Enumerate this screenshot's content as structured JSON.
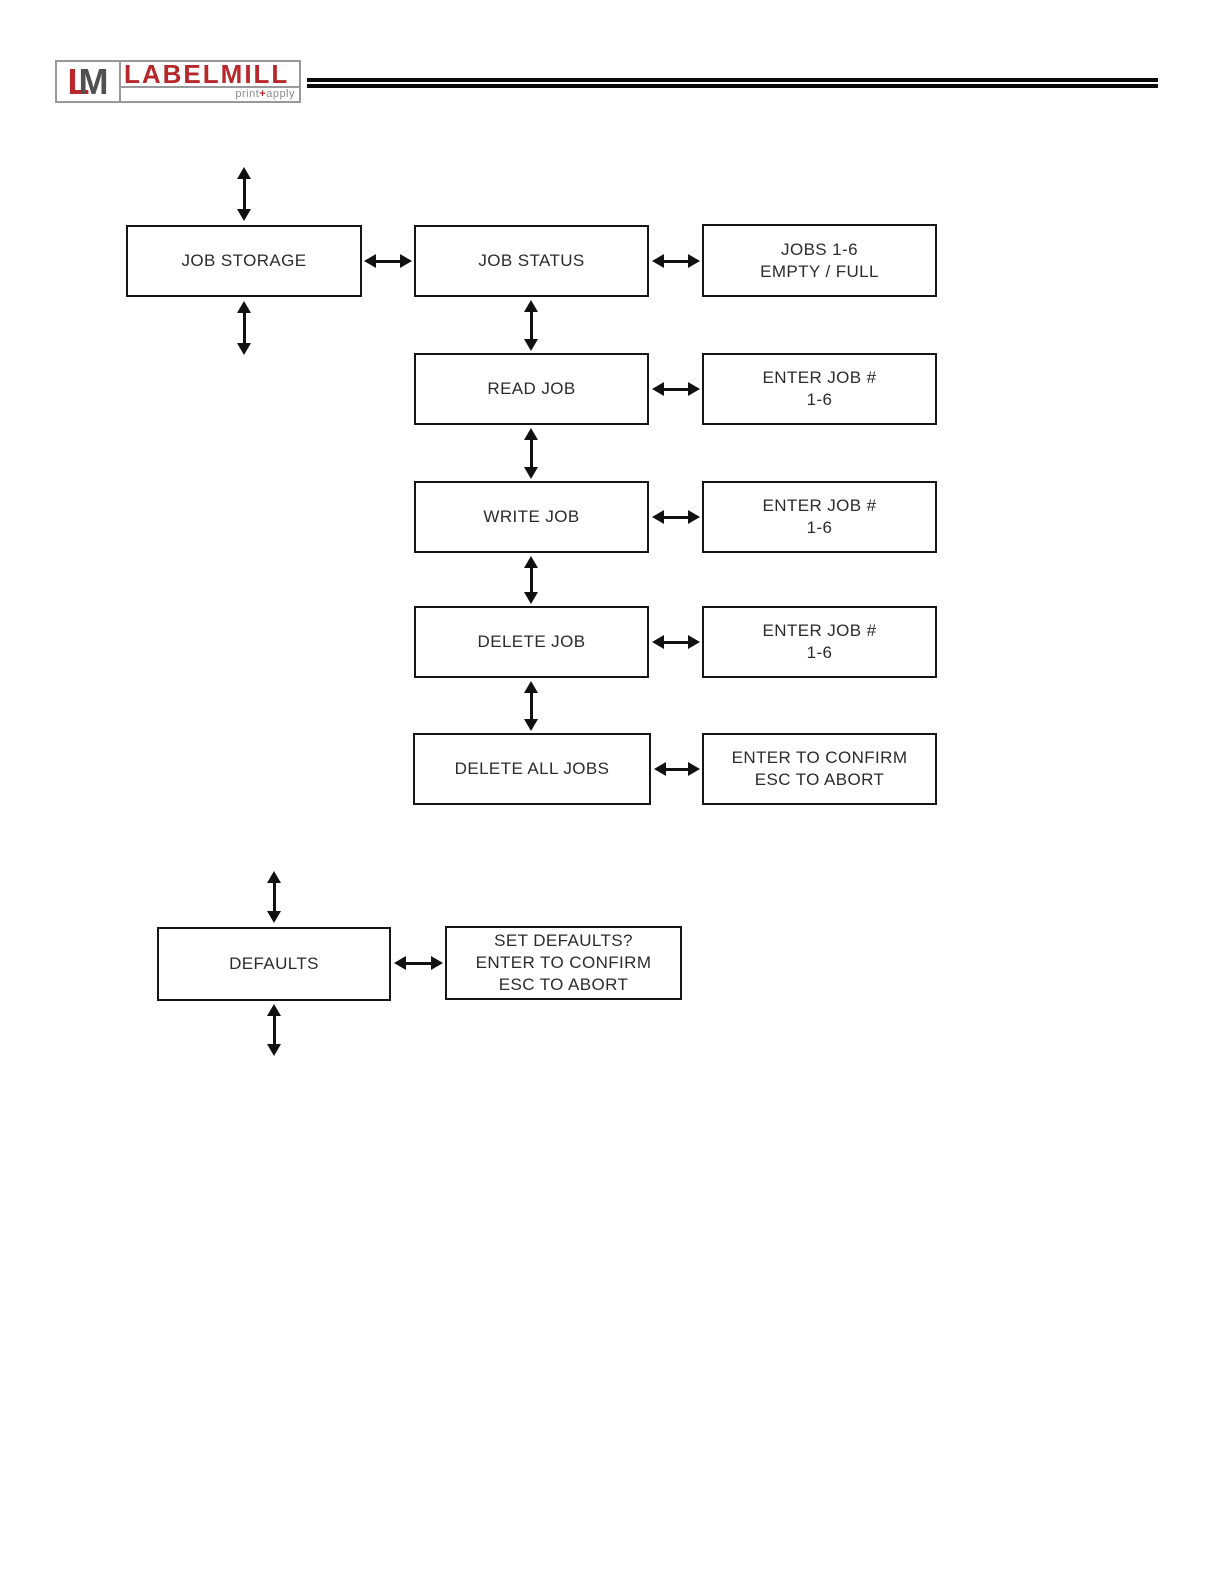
{
  "header": {
    "logo": {
      "letter_l": "L",
      "letter_m": "M",
      "brand": "LABELMILL",
      "tagline_print": "print",
      "tagline_plus": "+",
      "tagline_apply": "apply",
      "brand_red": "#b7282d",
      "monogram_gray": "#4f5052",
      "border_gray": "#97999c"
    },
    "rule_color": "#0a0a0a"
  },
  "diagram": {
    "job_storage_label": "JOB STORAGE",
    "rows": [
      {
        "menu": "JOB STATUS",
        "detail1": "JOBS 1-6",
        "detail2": "EMPTY / FULL"
      },
      {
        "menu": "READ JOB",
        "detail1": "ENTER JOB #",
        "detail2": "1-6"
      },
      {
        "menu": "WRITE JOB",
        "detail1": "ENTER JOB #",
        "detail2": "1-6"
      },
      {
        "menu": "DELETE JOB",
        "detail1": "ENTER JOB #",
        "detail2": "1-6"
      },
      {
        "menu": "DELETE ALL JOBS",
        "detail1": "ENTER TO CONFIRM",
        "detail2": "ESC TO ABORT"
      }
    ],
    "defaults_label": "DEFAULTS",
    "defaults_detail1": "SET DEFAULTS?",
    "defaults_detail2": "ENTER TO CONFIRM",
    "defaults_detail3": "ESC TO ABORT",
    "box_border_color": "#161616",
    "text_color": "#2b2b2b"
  }
}
